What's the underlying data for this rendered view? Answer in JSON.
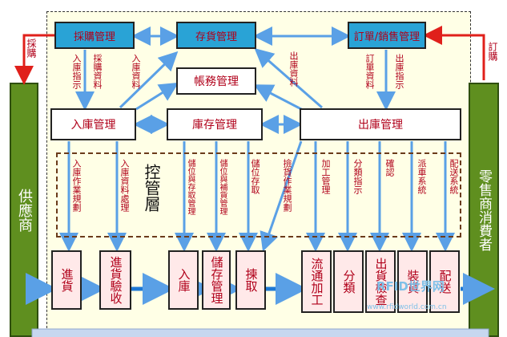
{
  "boxes": {
    "purchasing": "採購管理",
    "storage": "存貨管理",
    "order_sales": "訂單/銷售管理",
    "accounting": "帳務管理",
    "receiving": "入庫管理",
    "inventory": "庫存管理",
    "shipping": "出庫管理"
  },
  "side": {
    "supplier": "供應商",
    "retail": "零售商消費者"
  },
  "side_labels": {
    "purchase": "採購",
    "order": "訂購"
  },
  "control_layer": "控管層",
  "flow_labels": {
    "inbound_instruction": "入庫指示",
    "purchase_data": "採購資料",
    "inbound_data": "入庫資料",
    "outbound_data": "出庫資料",
    "order_data": "訂單資料",
    "outbound_instruction": "出庫指示"
  },
  "control_labels": [
    "入庫作業規劃",
    "入庫資料處理",
    "儲位與存取管理",
    "儲位與補貨管理",
    "儲位存取",
    "撿貨作業規劃",
    "加工管理",
    "分類指示",
    "確認",
    "派車系統",
    "配送系統"
  ],
  "processes": [
    "進貨",
    "進貨驗收",
    "入庫",
    "儲存管理",
    "揀取",
    "流通加工",
    "分類",
    "出貨檢查",
    "裝貨",
    "配送"
  ],
  "watermark": {
    "logo": "RFID世界网",
    "url": "www.rfidworld.com.cn"
  },
  "colors": {
    "teal": "#29a3d6",
    "green": "#5f8f1f",
    "red": "#e0201b",
    "arrow": "#5aa0e6"
  }
}
